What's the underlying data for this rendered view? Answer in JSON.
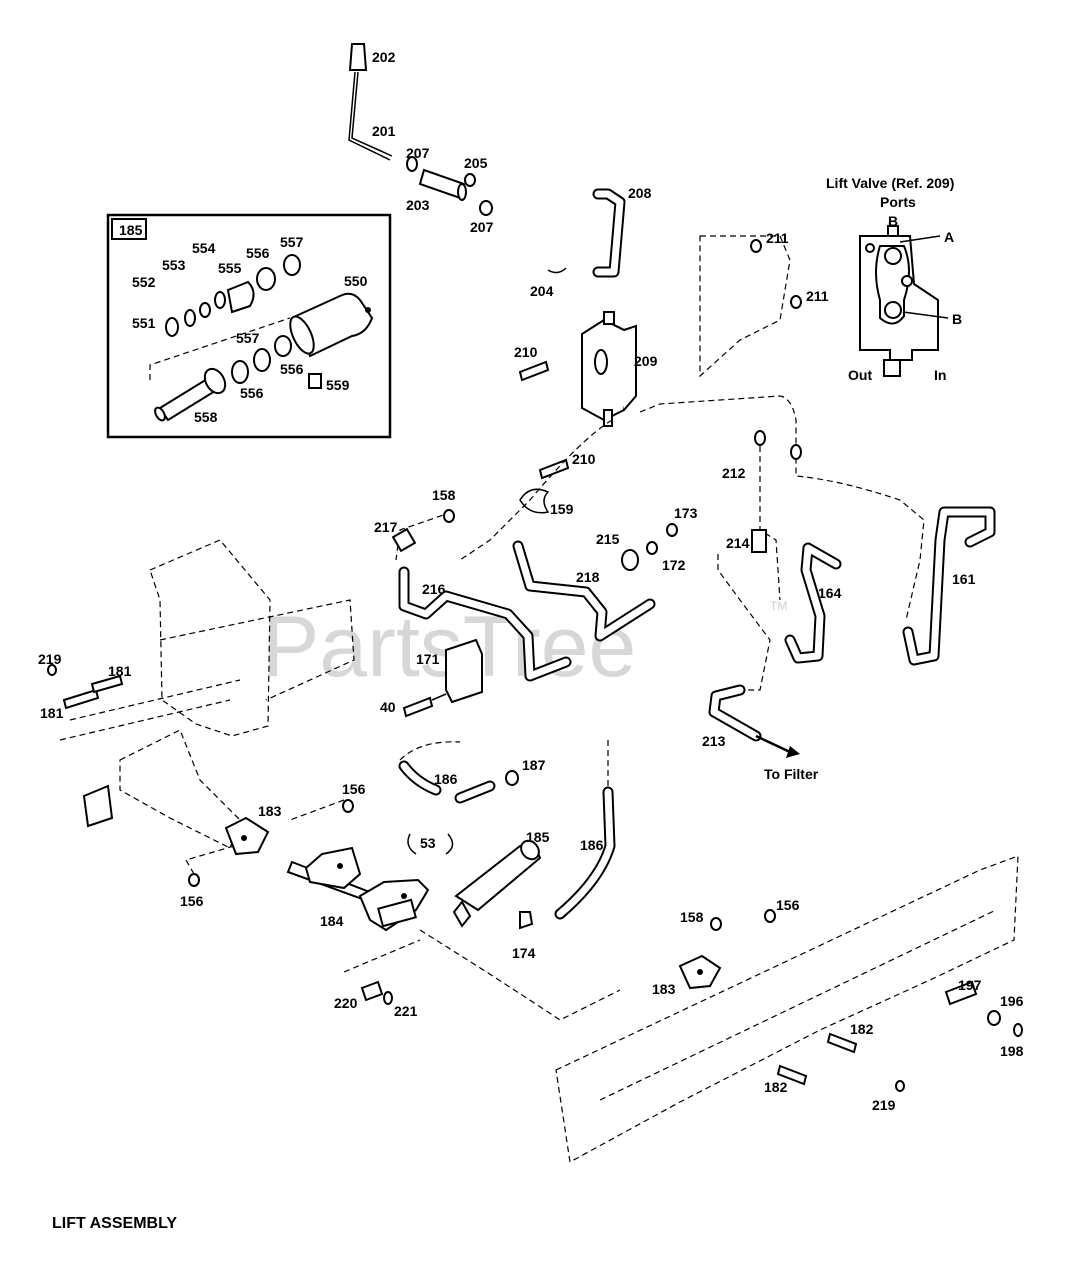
{
  "diagram": {
    "title": "LIFT ASSEMBLY",
    "watermark": "PartsTree",
    "watermark_tm": "TM",
    "inset": {
      "ref": "185",
      "labels": [
        "550",
        "551",
        "552",
        "553",
        "554",
        "555",
        "556",
        "556",
        "556",
        "557",
        "557",
        "558",
        "559"
      ]
    },
    "valve_detail": {
      "title": "Lift Valve (Ref. 209)",
      "subtitle": "Ports",
      "port_top": "B",
      "port_a": "A",
      "port_b": "B",
      "port_out": "Out",
      "port_in": "In"
    },
    "to_filter": "To Filter",
    "part_labels": [
      "202",
      "201",
      "207",
      "205",
      "203",
      "207",
      "208",
      "211",
      "211",
      "204",
      "210",
      "209",
      "210",
      "212",
      "158",
      "159",
      "173",
      "217",
      "215",
      "172",
      "214",
      "216",
      "218",
      "164",
      "161",
      "219",
      "181",
      "181",
      "171",
      "40",
      "213",
      "186",
      "187",
      "156",
      "183",
      "53",
      "185",
      "186",
      "156",
      "184",
      "174",
      "158",
      "156",
      "183",
      "220",
      "221",
      "197",
      "196",
      "198",
      "182",
      "182",
      "219"
    ]
  }
}
